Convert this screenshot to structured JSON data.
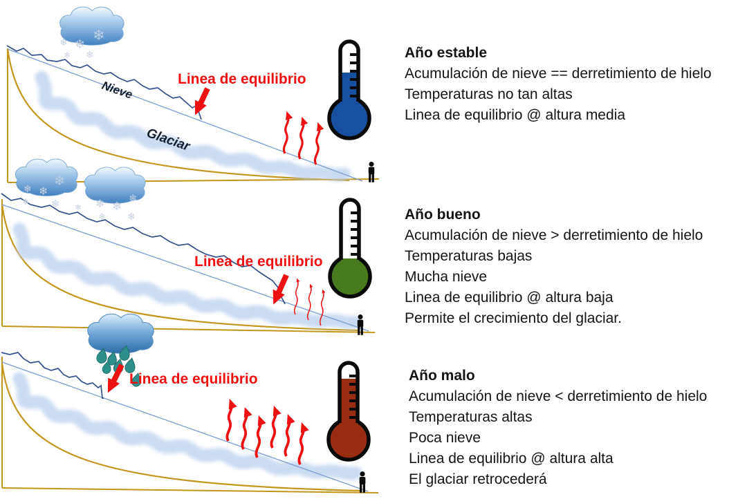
{
  "colors": {
    "background": "#ffffff",
    "accent_red": "#ee1111",
    "thermometer_blue": "#17509f",
    "thermometer_green": "#4a7a1e",
    "thermometer_dark_red": "#992d12",
    "bedrock_gold": "#c2961b",
    "snow_line_blue": "#33508c",
    "slope_line_blue": "#7a9cd0",
    "glacier_blue": "#b9cfec",
    "rain_teal": "#2f8f8a"
  },
  "icons": {
    "snowflake_glyph": "❄"
  },
  "panels": [
    {
      "id": "estable",
      "title": "Año estable",
      "lines": [
        "Acumulación de nieve == derretimiento de hielo",
        "Temperaturas  no tan altas",
        "Linea de equilibrio @ altura media"
      ],
      "diagram": {
        "equilibrium_label": "Linea de equilibrio",
        "snow_label": "Nieve",
        "glacier_label": "Glaciar",
        "precipitation": "snow",
        "heat_arrow_count": 3,
        "thermometer_color": "#17509f",
        "thermometer_fill_percent": 55,
        "equilibrium_height": "media"
      }
    },
    {
      "id": "bueno",
      "title": "Año bueno",
      "lines": [
        "Acumulación de nieve > derretimiento de hielo",
        "Temperaturas  bajas",
        "Mucha nieve",
        "Linea de equilibrio @ altura baja",
        "Permite el crecimiento del glaciar."
      ],
      "diagram": {
        "equilibrium_label": "Linea de equilibrio",
        "precipitation": "snow",
        "heat_arrow_count": 3,
        "thermometer_color": "#4a7a1e",
        "thermometer_fill_percent": 10,
        "equilibrium_height": "baja"
      }
    },
    {
      "id": "malo",
      "title": "Año malo",
      "lines": [
        "Acumulación de nieve < derretimiento de hielo",
        "Temperaturas  altas",
        "Poca nieve",
        "Linea de equilibrio @ altura alta",
        "El glaciar retrocederá"
      ],
      "diagram": {
        "equilibrium_label": "Linea de equilibrio",
        "precipitation": "rain",
        "heat_arrow_count": 6,
        "thermometer_color": "#992d12",
        "thermometer_fill_percent": 90,
        "equilibrium_height": "alta"
      }
    }
  ]
}
